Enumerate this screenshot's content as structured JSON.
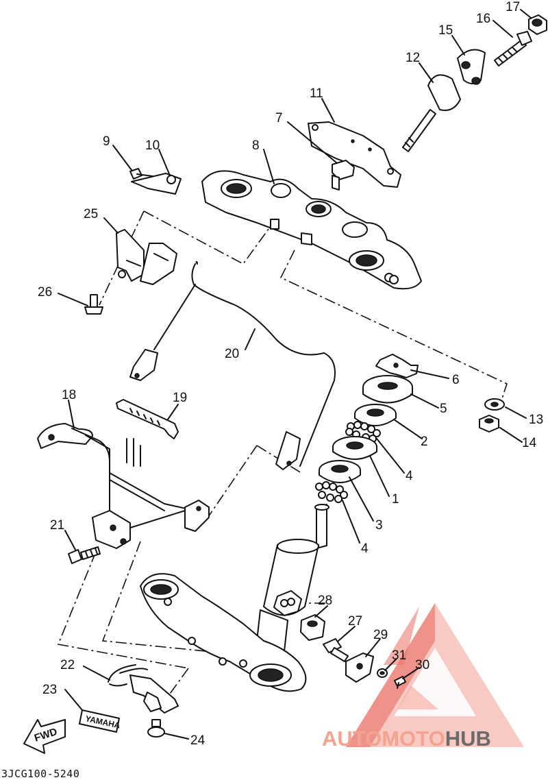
{
  "diagram": {
    "part_code": "3JCG100-5240",
    "callouts": [
      {
        "id": "17",
        "text": "17"
      },
      {
        "id": "16",
        "text": "16"
      },
      {
        "id": "15",
        "text": "15"
      },
      {
        "id": "12",
        "text": "12"
      },
      {
        "id": "11",
        "text": "11"
      },
      {
        "id": "7",
        "text": "7"
      },
      {
        "id": "9",
        "text": "9"
      },
      {
        "id": "10",
        "text": "10"
      },
      {
        "id": "8",
        "text": "8"
      },
      {
        "id": "25",
        "text": "25"
      },
      {
        "id": "26",
        "text": "26"
      },
      {
        "id": "20",
        "text": "20"
      },
      {
        "id": "6",
        "text": "6"
      },
      {
        "id": "5",
        "text": "5"
      },
      {
        "id": "13",
        "text": "13"
      },
      {
        "id": "14",
        "text": "14"
      },
      {
        "id": "2",
        "text": "2"
      },
      {
        "id": "4a",
        "text": "4"
      },
      {
        "id": "1",
        "text": "1"
      },
      {
        "id": "3",
        "text": "3"
      },
      {
        "id": "4b",
        "text": "4"
      },
      {
        "id": "18",
        "text": "18"
      },
      {
        "id": "19",
        "text": "19"
      },
      {
        "id": "21",
        "text": "21"
      },
      {
        "id": "28",
        "text": "28"
      },
      {
        "id": "27",
        "text": "27"
      },
      {
        "id": "29",
        "text": "29"
      },
      {
        "id": "31",
        "text": "31"
      },
      {
        "id": "30",
        "text": "30"
      },
      {
        "id": "22",
        "text": "22"
      },
      {
        "id": "23",
        "text": "23"
      },
      {
        "id": "24",
        "text": "24"
      }
    ],
    "labels": {
      "fwd": "FWD",
      "emblem": "YAMAHA"
    }
  },
  "watermark": {
    "brand_part1": "AUTOMOTO",
    "brand_part2": "HUB",
    "color_primary": "#f4a38e",
    "color_secondary": "#6b6b6b",
    "color_triangle": "#e8645a"
  }
}
